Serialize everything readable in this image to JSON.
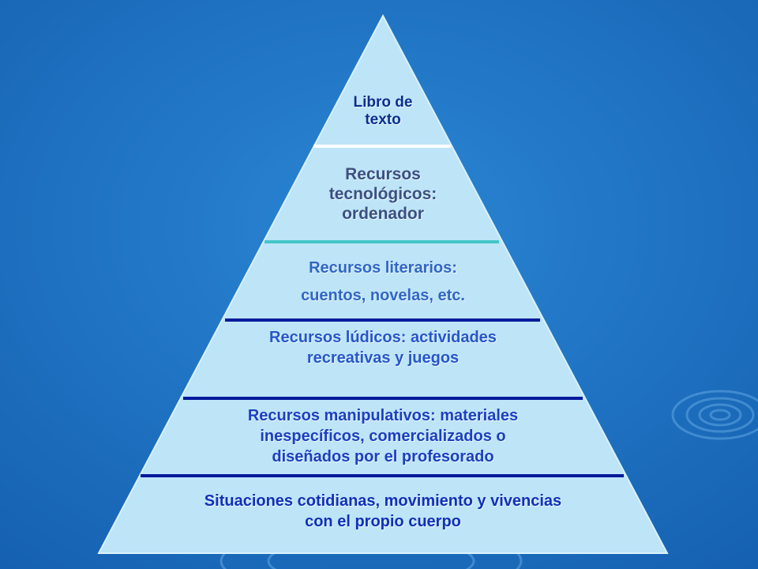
{
  "colors": {
    "background": "#1a6fc0",
    "pyramid_fill": "#bde4f7",
    "divider_dark": "#001a9a",
    "divider_light": "#ffffff",
    "divider_teal": "#43c6c8"
  },
  "pyramid": {
    "levels": [
      {
        "text": "Libro de\ntexto",
        "color": "#0b2e8e",
        "divider": "#ffffff"
      },
      {
        "text": "Recursos\ntecnológicos:\nordenador",
        "color": "#3c4f80",
        "divider": "#43c6c8"
      },
      {
        "text": "Recursos literarios:\ncuentos, novelas, etc.",
        "color": "#3166c4",
        "divider": "#001a9a"
      },
      {
        "text": "Recursos lúdicos: actividades\nrecreativas y juegos",
        "color": "#2756c9",
        "divider": "#001a9a"
      },
      {
        "text": "Recursos manipulativos: materiales\ninespecíficos, comercializados o\ndiseñados por el profesorado",
        "color": "#1c3fbf",
        "divider": "#001a9a"
      },
      {
        "text": "Situaciones cotidianas, movimiento y vivencias\ncon el propio cuerpo",
        "color": "#1030b8",
        "divider": ""
      }
    ]
  }
}
